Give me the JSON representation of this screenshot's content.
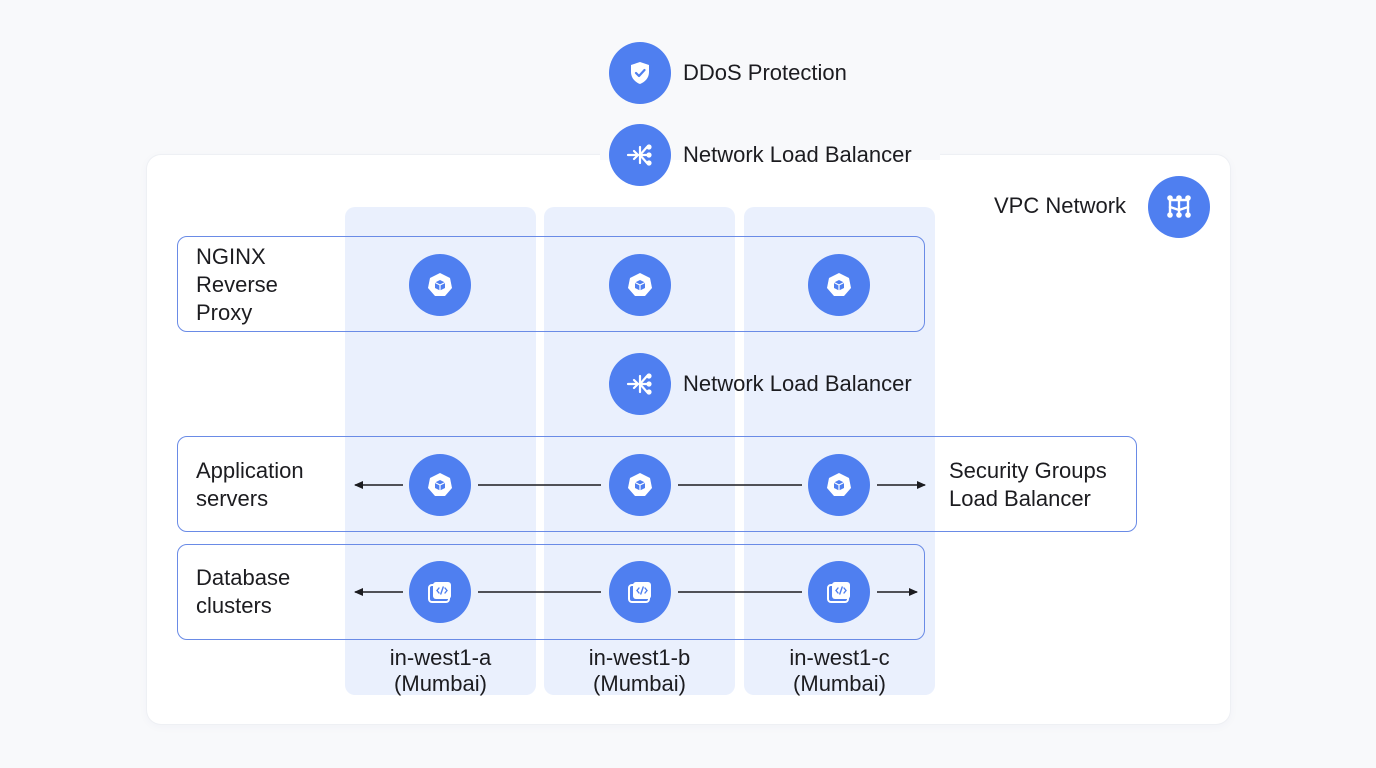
{
  "top_services": [
    {
      "label": "DDoS Protection",
      "icon": "shield-check-icon"
    },
    {
      "label": "Network Load Balancer",
      "icon": "load-balancer-icon"
    }
  ],
  "vpc": {
    "label": "VPC Network",
    "icon": "vpc-network-icon"
  },
  "internal_balancer": {
    "label": "Network Load Balancer",
    "icon": "load-balancer-icon"
  },
  "tiers": [
    {
      "label": "NGINX\nReverse\nProxy",
      "icon": "compute-instance-icon"
    },
    {
      "label": "Application\nservers",
      "icon": "compute-instance-icon",
      "side_label": "Security Groups\nLoad Balancer"
    },
    {
      "label": "Database\nclusters",
      "icon": "database-cluster-icon"
    }
  ],
  "zones": [
    {
      "label": "in-west1-a\n(Mumbai)"
    },
    {
      "label": "in-west1-b\n(Mumbai)"
    },
    {
      "label": "in-west1-c\n(Mumbai)"
    }
  ],
  "colors": {
    "icon_circle": "#4f7ff0",
    "tier_border": "#6a8be6",
    "zone_fill": "#eaf0fd",
    "panel": "#ffffff",
    "connector": "#1c1c20"
  }
}
